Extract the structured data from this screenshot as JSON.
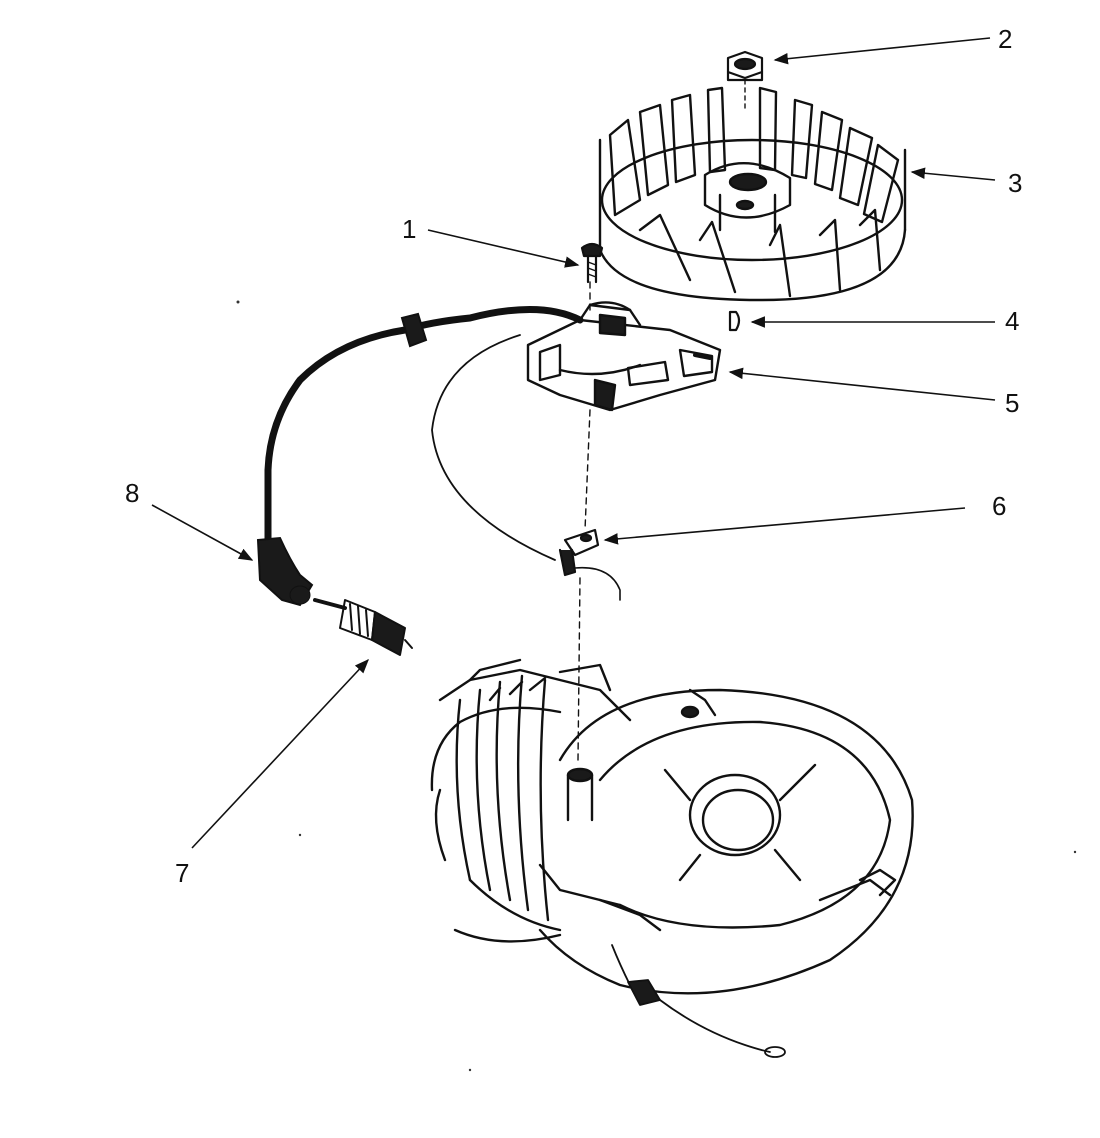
{
  "diagram": {
    "callouts": [
      {
        "id": "1",
        "label": "1"
      },
      {
        "id": "2",
        "label": "2"
      },
      {
        "id": "3",
        "label": "3"
      },
      {
        "id": "4",
        "label": "4"
      },
      {
        "id": "5",
        "label": "5"
      },
      {
        "id": "6",
        "label": "6"
      },
      {
        "id": "7",
        "label": "7"
      },
      {
        "id": "8",
        "label": "8"
      }
    ],
    "ink_color": "#111111",
    "background_color": "#ffffff"
  }
}
